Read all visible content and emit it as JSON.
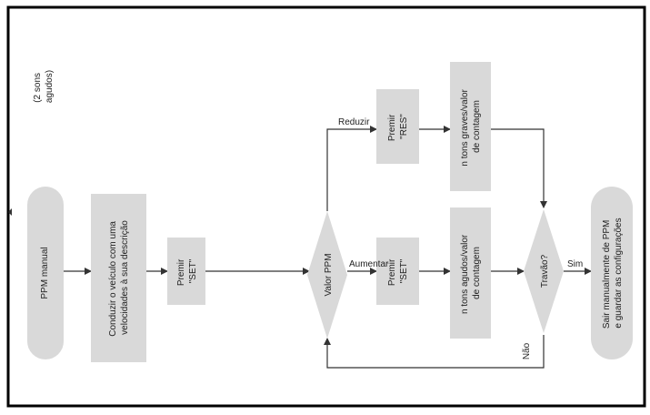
{
  "diagram": {
    "note": [
      "(2 sons",
      "agudos)"
    ],
    "nodes": {
      "ppm_manual": [
        "PPM manual"
      ],
      "conduzir": [
        "Conduzir o veículo com uma",
        "velocidades à sua descrição"
      ],
      "premir_set_1": [
        "Premir",
        "\"SET\""
      ],
      "valor_ppm": [
        "Valor PPM"
      ],
      "premir_res": [
        "Premir",
        "\"RES\""
      ],
      "tons_graves": [
        "n tons graves/valor",
        "de contagem"
      ],
      "premir_set_2": [
        "Premir",
        "\"SET\""
      ],
      "tons_agudos": [
        "n tons agudos/valor",
        "de contagem"
      ],
      "travao": [
        "Travão?"
      ],
      "sair": [
        "Sair manualmente de PPM",
        "e guardar as configurações"
      ]
    },
    "edge_labels": {
      "reduzir": "Reduzir",
      "aumentar": "Aumentar",
      "sim": "Sim",
      "nao": "Não"
    },
    "colors": {
      "shape_fill": "#d9d9d9",
      "line": "#333333",
      "frame": "#000000",
      "text": "#222222"
    }
  }
}
